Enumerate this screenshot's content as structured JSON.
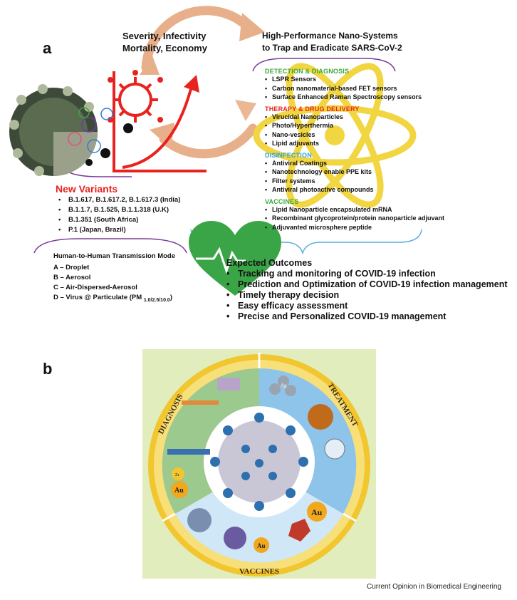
{
  "panel_a": {
    "letter": "a",
    "severity": [
      "Severity, Infectivity",
      "Mortality, Economy"
    ],
    "nano_title": [
      "High-Performance Nano-Systems",
      "to Trap and Eradicate SARS-CoV-2"
    ],
    "sections": [
      {
        "title": "DETECTION & DIAGNOSIS",
        "color": "#3aa63a",
        "items": [
          "LSPR Sensors",
          "Carbon nanomaterial-based FET sensors",
          "Surface Enhanced Raman Spectroscopy sensors"
        ]
      },
      {
        "title": "THERAPY & DRUG DELIVERY",
        "color": "#e8231f",
        "items": [
          "Virucidal Nanoparticles",
          "Photo/Hyperthermia",
          "Nano-vesicles",
          "Lipid adjuvants"
        ]
      },
      {
        "title": "DISINFECTION",
        "color": "#29a3dd",
        "items": [
          "Antiviral Coatings",
          "Nanotechnology enable PPE kits",
          "Filter systems",
          "Antiviral photoactive compounds"
        ]
      },
      {
        "title": "VACCINES",
        "color": "#3aa63a",
        "items": [
          "Lipid Nanoparticle encapsulated mRNA",
          "Recombinant glycoprotein/protein nanoparticle adjuvant",
          "Adjuvanted microsphere peptide"
        ]
      }
    ],
    "new_variants": {
      "title": "New Variants",
      "items": [
        "B.1.617, B.1.617.2, B.1.617.3 (India)",
        "B.1.1.7, B.1.525, B.1.1.318 (U.K)",
        "B.1.351 (South Africa)",
        "P.1 (Japan, Brazil)"
      ]
    },
    "transmission": {
      "title": "Human-to-Human Transmission Mode",
      "lines": [
        "A – Droplet",
        "B – Aerosol",
        "C – Air-Dispersed-Aerosol"
      ],
      "last_prefix": "D – Virus @ Particulate (PM ",
      "last_sub": "1.0/2.5/10.0",
      "last_suffix": ")"
    },
    "outcomes": {
      "title": "Expected Outcomes",
      "items": [
        "Tracking and monitoring of COVID-19 infection",
        "Prediction and Optimization of COVID-19 infection management",
        "Timely therapy decision",
        "Easy efficacy assessment",
        "Precise and Personalized  COVID-19 management"
      ]
    }
  },
  "panel_b": {
    "letter": "b",
    "ring_labels": {
      "diagnosis": "DIAGNOSIS",
      "treatment": "TREATMENT",
      "vaccines": "VACCINES"
    },
    "particle_labels": {
      "ag": "Ag",
      "au": "Au",
      "zr": "Zr"
    }
  },
  "colors": {
    "divider": "#d9261c",
    "arrow_cycle": "#e8b08a",
    "atom": "#f2d641",
    "heart": "#3aa547",
    "bracket_purple": "#7a3a9a",
    "bracket_blue": "#5aaee0"
  },
  "footer": "Current Opinion in Biomedical Engineering"
}
